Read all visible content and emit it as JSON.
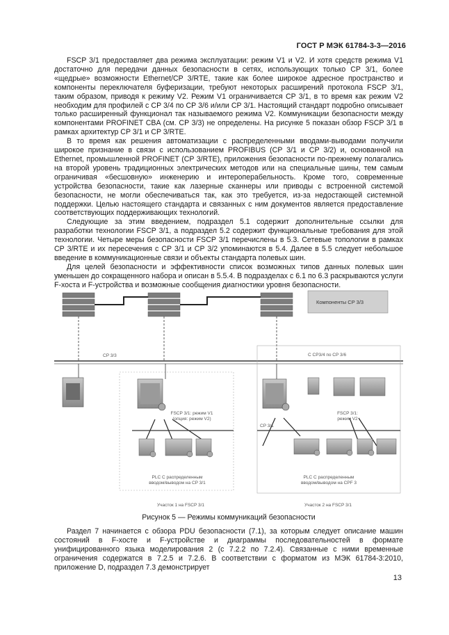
{
  "header": {
    "standard": "ГОСТ Р МЭК 61784-3-3—2016"
  },
  "body_top": [
    "FSCP 3/1 предоставляет два режима эксплуатации: режим V1 и V2. И хотя средств режима V1 достаточно для передачи данных безопасности в сетях, использующих только CP 3/1, более «щедрые» возможности Ethernet/CP 3/RTE, такие как более широкое адресное пространство и компоненты переключателя буферизации, требуют некоторых расширений протокола FSCP 3/1, таким образом, приводя к режиму V2. Режим V1 ограничивается CP 3/1, в то время как режим V2 необходим для профилей с CP 3/4 по CP 3/6 и/или CP 3/1. Настоящий стандарт подробно описывает только расширенный функционал так называемого режима V2. Коммуникации безопасности между компонентами PROFINET CBA (см. CP 3/3) не определены. На рисунке 5 показан обзор FSCP 3/1 в рамках архитектур CP 3/1 и CP 3/RTE.",
    "В то время как решения автоматизации с распределенными вводами-выводами получили широкое признание в связи с использованием PROFIBUS (CP 3/1 и CP 3/2) и, основанной на Ethernet, промышленной PROFINET (CP 3/RTE), приложения безопасности по-прежнему полагались на второй уровень традиционных электрических методов или на специальные шины, тем самым ограничивая «бесшовную» инженерию и интероперабельность. Кроме того, современные устройства безопасности, такие как лазерные сканнеры или приводы с встроенной системой безопасности, не могли обеспечиваться так, как это требуется, из-за недостающей системной поддержки. Целью настоящего стандарта и связанных с ним документов является предоставление соответствующих поддерживающих технологий.",
    "Следующие за этим введением, подраздел 5.1 содержит дополнительные ссылки для разработки технологии FSCP 3/1, а подраздел 5.2 содержит функциональные требования для этой технологии. Четыре меры безопасности FSCP 3/1 перечислены в 5.3. Сетевые топологии в рамках CP 3/RTE и их пересечения с CP 3/1 и CP 3/2 упоминаются в 5.4. Далее в 5.5 следует небольшое введение в коммуникационные связи и объекты стандарта полевых шин.",
    "Для целей безопасности и эффективности список возможных типов данных полевых шин уменьшен до сокращенного набора и описан в 5.5.4. В подразделах с 6.1 по 6.3 раскрываются услуги F-хоста и F-устройства и возможные сообщения диагностики уровня безопасности."
  ],
  "figure": {
    "legend_label": "Компоненты CP 3/3",
    "bus_cp33": "CP 3/3",
    "bus_cp34_36": "C CP3/4 по CP 3/6",
    "bus_cp31": "CP 3/1",
    "mode_left_1": "FSCP 3/1: режим V1",
    "mode_left_2": "(опция: режим V2)",
    "mode_right_1": "FSCP 3/1:",
    "mode_right_2": "режим V2",
    "plc_left_1": "PLC С распределенным",
    "plc_left_2": "вводом/выводом на CP 3/1",
    "plc_right_1": "PLC С распределенным",
    "plc_right_2": "вводом/выводом на CPF 3",
    "section_left": "Участок 1 на FSCP 3/1",
    "section_right": "Участок 2 на FSCP 3/1"
  },
  "caption": "Рисунок 5 — Режимы коммуникаций безопасности",
  "body_bottom": [
    "Раздел 7 начинается с обзора PDU безопасности (7.1), за которым следует описание машин состояний в F-хосте и F-устройстве и диаграммы последовательностей в формате унифицированного языка моделирования 2 (с 7.2.2 по 7.2.4). Связанные с ними временные ограничения содержатся в 7.2.5 и 7.2.6. В соответствии с форматом из МЭК 61784-3:2010, приложение D, подраздел 7.3 демонстрирует"
  ],
  "page_number": "13"
}
